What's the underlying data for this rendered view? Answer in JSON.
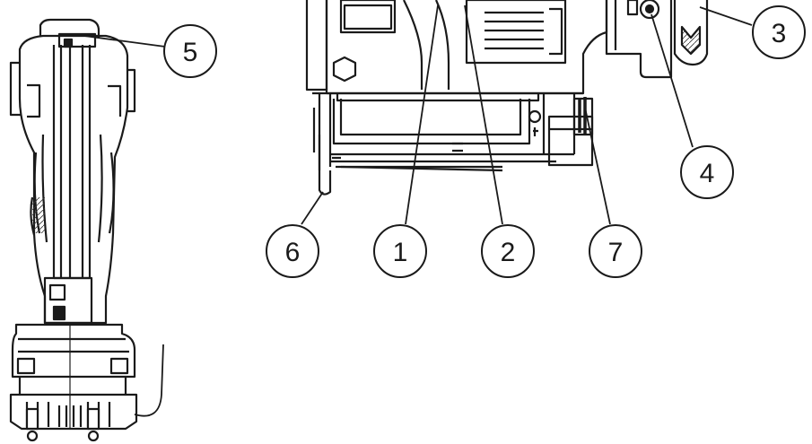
{
  "callouts": [
    {
      "label": "1"
    },
    {
      "label": "2"
    },
    {
      "label": "3"
    },
    {
      "label": "4"
    },
    {
      "label": "5"
    },
    {
      "label": "6"
    },
    {
      "label": "7"
    }
  ]
}
